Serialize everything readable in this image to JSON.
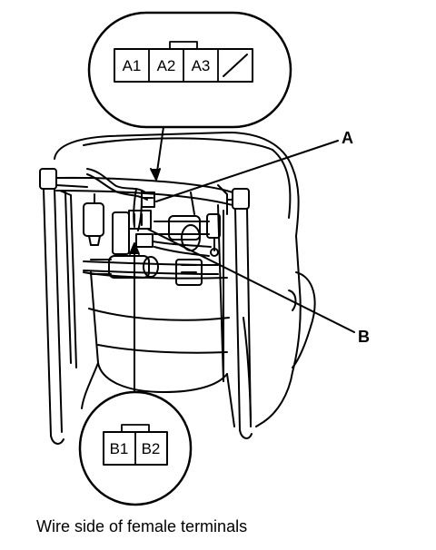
{
  "connector_a": {
    "terminals": [
      "A1",
      "A2",
      "A3"
    ],
    "blank_cavity": true
  },
  "connector_b": {
    "terminals": [
      "B1",
      "B2"
    ]
  },
  "callouts": {
    "a": "A",
    "b": "B"
  },
  "caption": "Wire side of female terminals"
}
